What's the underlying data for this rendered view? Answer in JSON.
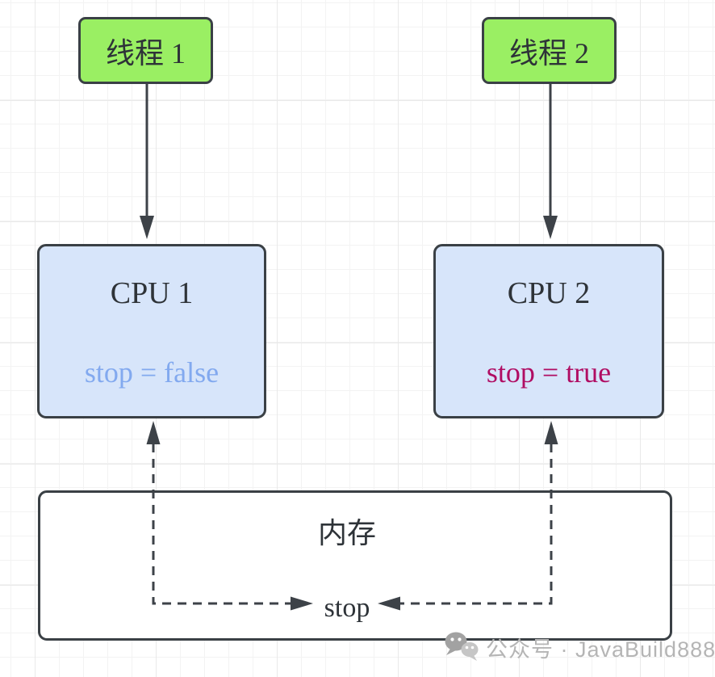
{
  "diagram": {
    "thread1_label": "线程 1",
    "thread2_label": "线程 2",
    "cpu1": {
      "title": "CPU 1",
      "value": "stop = false"
    },
    "cpu2": {
      "title": "CPU 2",
      "value": "stop = true"
    },
    "memory": {
      "title": "内存",
      "variable": "stop"
    }
  },
  "watermark": {
    "icon": "wechat-icon",
    "text": "公众号 · JavaBuild888"
  },
  "colors": {
    "thread_fill": "#9aef63",
    "cpu_fill": "#d7e5fa",
    "memory_fill": "#ffffff",
    "stroke": "#3a4045",
    "text": "#2e3338",
    "cpu1_value_text": "#82a9ef",
    "cpu2_value_text": "#b00d63",
    "watermark_text": "#b5b5b5"
  }
}
